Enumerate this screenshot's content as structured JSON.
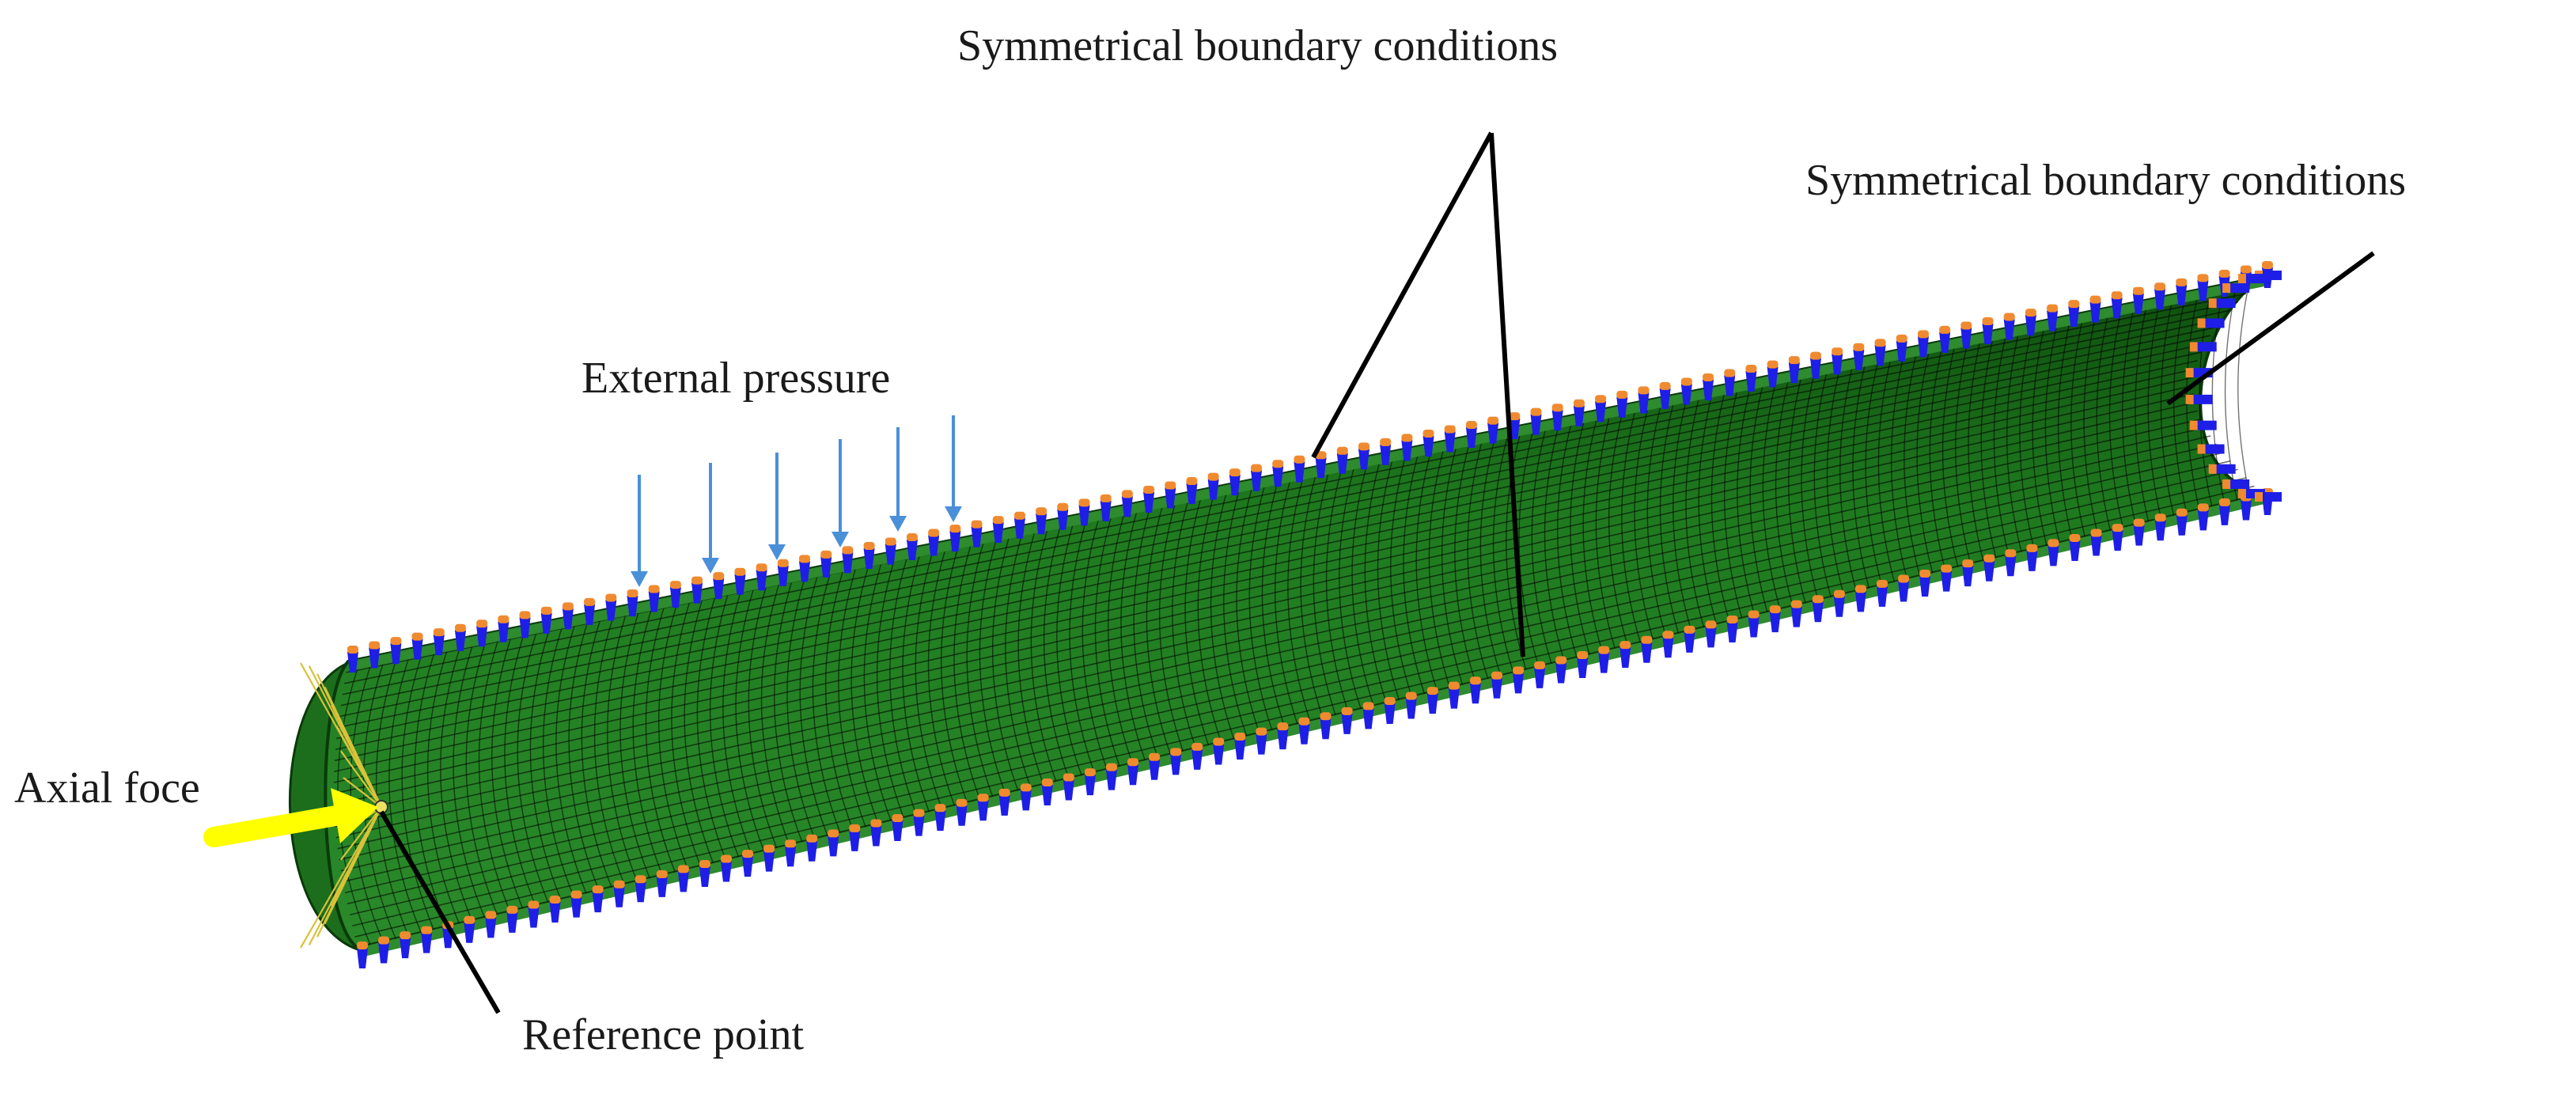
{
  "labels": {
    "sym_top": "Symmetrical boundary conditions",
    "sym_right": "Symmetrical boundary conditions",
    "external_pressure": "External pressure",
    "axial_force": "Axial foce",
    "reference_point": "Reference point"
  },
  "colors": {
    "mesh_fill": "#1f7a1f",
    "mesh_dark": "#0f4f0f",
    "mesh_line": "#000000",
    "bc_blue": "#1e1ee6",
    "bc_orange": "#f08a30",
    "pressure_arrow": "#4a90d9",
    "axial_arrow": "#ffff00",
    "coupling_lines": "#d9c23a",
    "leader_line": "#000000"
  },
  "icons": {
    "pressure": "down-arrow-icon",
    "axial_force": "right-arrow-icon"
  },
  "boundary_condition_markers": {
    "top_edge": 90,
    "bottom_edge": 90,
    "right_end": 14
  }
}
